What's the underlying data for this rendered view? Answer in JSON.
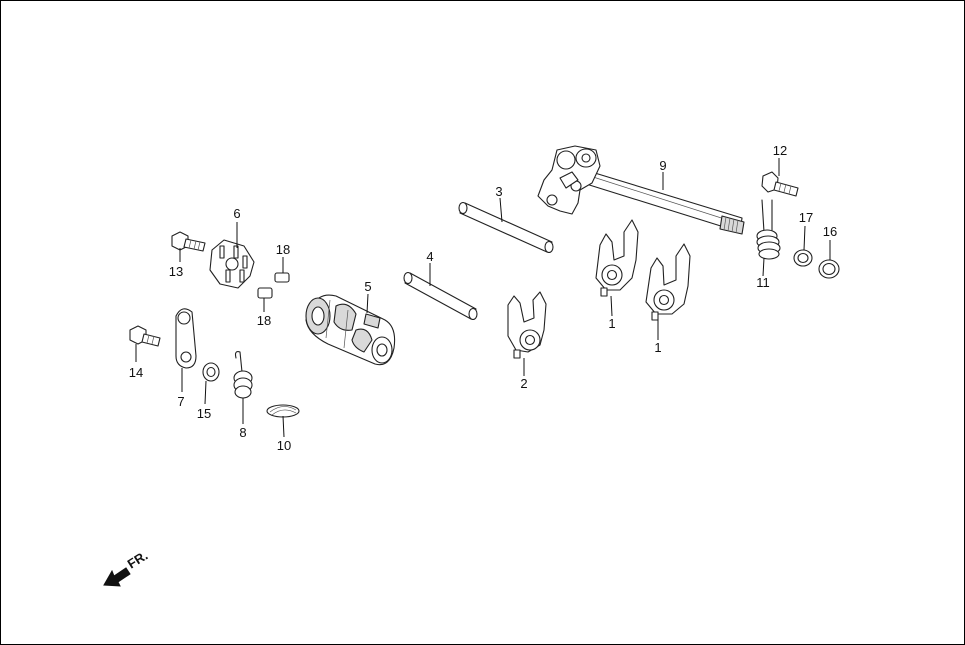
{
  "callouts": {
    "c1a": "1",
    "c1b": "1",
    "c2": "2",
    "c3": "3",
    "c4": "4",
    "c5": "5",
    "c6": "6",
    "c7": "7",
    "c8": "8",
    "c9": "9",
    "c10": "10",
    "c11": "11",
    "c12": "12",
    "c13": "13",
    "c14": "14",
    "c15": "15",
    "c16": "16",
    "c17": "17",
    "c18a": "18",
    "c18b": "18"
  },
  "front_indicator": {
    "label": "FR.",
    "icon": "front-direction-arrow-icon"
  }
}
